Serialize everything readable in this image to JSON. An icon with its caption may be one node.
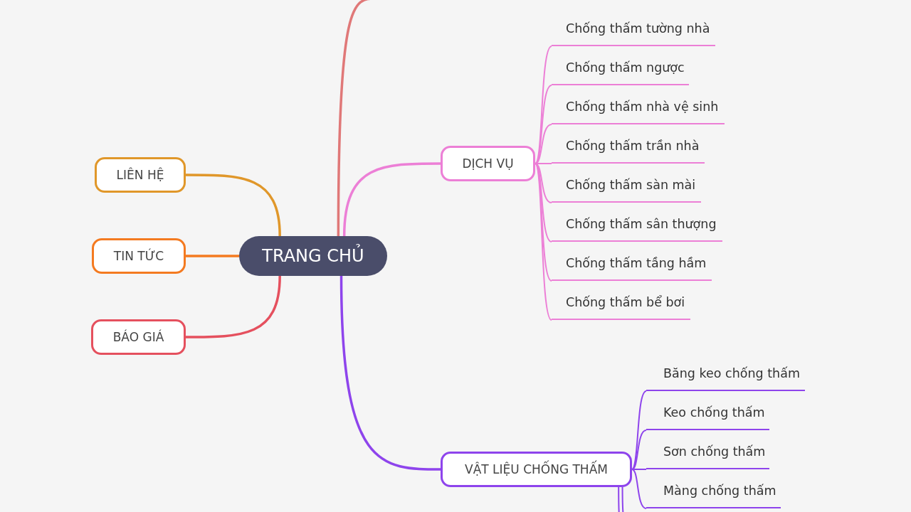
{
  "diagram": {
    "nodes": [
      {
        "text": [
          "TRANG CHỦ"
        ]
      },
      {
        "text": [
          "LIÊN HỆ"
        ]
      },
      {
        "text": [
          "TIN TỨC"
        ]
      },
      {
        "text": [
          "BÁO GIÁ"
        ]
      },
      {
        "text": [
          "DỊCH VỤ"
        ]
      },
      {
        "text": [
          "Chống thấm tường nhà"
        ]
      },
      {
        "text": [
          "Chống thấm ngược"
        ]
      },
      {
        "text": [
          "Chống thấm nhà vệ sinh"
        ]
      },
      {
        "text": [
          "Chống thấm trần nhà"
        ]
      },
      {
        "text": [
          "Chống thấm sàn mài"
        ]
      },
      {
        "text": [
          "Chống thấm sân thượng"
        ]
      },
      {
        "text": [
          "Chống thấm tầng hầm"
        ]
      },
      {
        "text": [
          "Chống thấm bể bơi"
        ]
      },
      {
        "text": [
          "VẬT LIỆU CHỐNG THẤM"
        ]
      },
      {
        "text": [
          "Băng keo chống thấm"
        ]
      },
      {
        "text": [
          "Keo chống thấm"
        ]
      },
      {
        "text": [
          "Sơn chống thấm"
        ]
      },
      {
        "text": [
          "Màng chống thấm"
        ]
      }
    ],
    "edges": [
      {
        "from": 0,
        "to": 1,
        "arrow": "none",
        "color": "#e0972a"
      },
      {
        "from": 0,
        "to": 2,
        "arrow": "none",
        "color": "#f47a20"
      },
      {
        "from": 0,
        "to": 3,
        "arrow": "none",
        "color": "#e5505e"
      },
      {
        "from": 0,
        "to": null,
        "arrow": "none",
        "color": "#e07878"
      },
      {
        "from": 0,
        "to": 4,
        "arrow": "none",
        "color": "#ec7fd6"
      },
      {
        "from": 0,
        "to": 13,
        "arrow": "none",
        "color": "#8e44ec"
      },
      {
        "from": 4,
        "to": 5,
        "arrow": "none",
        "color": "#ec7fd6"
      },
      {
        "from": 4,
        "to": 6,
        "arrow": "none",
        "color": "#ec7fd6"
      },
      {
        "from": 4,
        "to": 7,
        "arrow": "none",
        "color": "#ec7fd6"
      },
      {
        "from": 4,
        "to": 8,
        "arrow": "none",
        "color": "#ec7fd6"
      },
      {
        "from": 4,
        "to": 9,
        "arrow": "none",
        "color": "#ec7fd6"
      },
      {
        "from": 4,
        "to": 10,
        "arrow": "none",
        "color": "#ec7fd6"
      },
      {
        "from": 4,
        "to": 11,
        "arrow": "none",
        "color": "#ec7fd6"
      },
      {
        "from": 4,
        "to": 12,
        "arrow": "none",
        "color": "#ec7fd6"
      },
      {
        "from": 13,
        "to": 14,
        "arrow": "none",
        "color": "#8e44ec"
      },
      {
        "from": 13,
        "to": 15,
        "arrow": "none",
        "color": "#8e44ec"
      },
      {
        "from": 13,
        "to": 16,
        "arrow": "none",
        "color": "#8e44ec"
      },
      {
        "from": 13,
        "to": 17,
        "arrow": "none",
        "color": "#8e44ec"
      },
      {
        "from": 13,
        "to": null,
        "arrow": "none",
        "color": "#8e44ec"
      },
      {
        "from": 13,
        "to": null,
        "arrow": "none",
        "color": "#8e44ec"
      }
    ]
  }
}
